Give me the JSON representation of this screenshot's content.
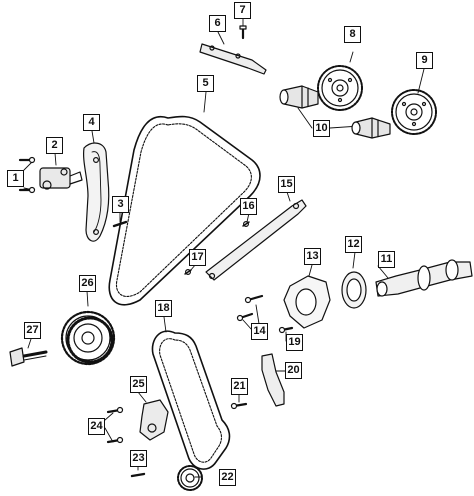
{
  "diagram": {
    "callouts": {
      "c1": "1",
      "c2": "2",
      "c3": "3",
      "c4": "4",
      "c5": "5",
      "c6": "6",
      "c7": "7",
      "c8": "8",
      "c9": "9",
      "c10": "10",
      "c11": "11",
      "c12": "12",
      "c13": "13",
      "c14": "14",
      "c15": "15",
      "c16": "16",
      "c17": "17",
      "c18": "18",
      "c19": "19",
      "c20": "20",
      "c21": "21",
      "c22": "22",
      "c23": "23",
      "c24": "24",
      "c25": "25",
      "c26": "26",
      "c27": "27"
    },
    "colors": {
      "line": "#111111",
      "background": "#ffffff",
      "shade": "#cfcfcf"
    }
  }
}
